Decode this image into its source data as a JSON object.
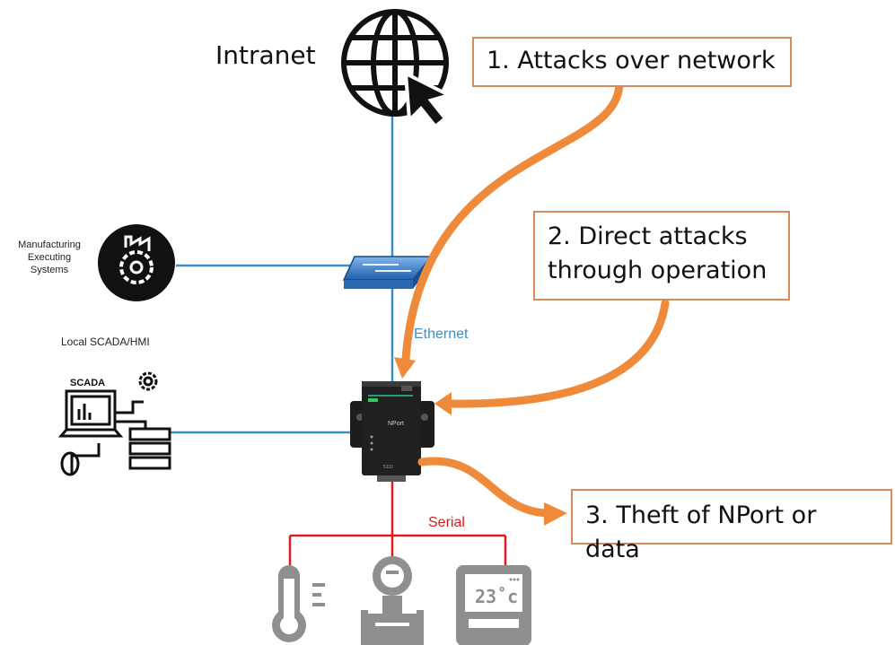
{
  "labels": {
    "intranet": "Intranet",
    "mes_line1": "Manufacturing",
    "mes_line2": "Executing",
    "mes_line3": "Systems",
    "local_scada": "Local SCADA/HMI",
    "scada": "SCADA",
    "ethernet": "Ethernet",
    "serial": "Serial",
    "thermostat_display": "23˚c"
  },
  "callouts": {
    "c1": "1. Attacks over network",
    "c2_line1": "2. Direct attacks",
    "c2_line2": "through operation",
    "c3": "3. Theft of NPort or data"
  },
  "device_text": {
    "brand": "NPort",
    "model": "5110"
  },
  "colors": {
    "ethernet_line": "#3a8fc4",
    "serial_line": "#e01b1b",
    "attack_arrow": "#ef8a3b",
    "callout_border": "#d9895a",
    "ethernet_label": "#3a8fc4",
    "serial_label": "#d0201c",
    "icon_gray": "#8f8f8f"
  }
}
